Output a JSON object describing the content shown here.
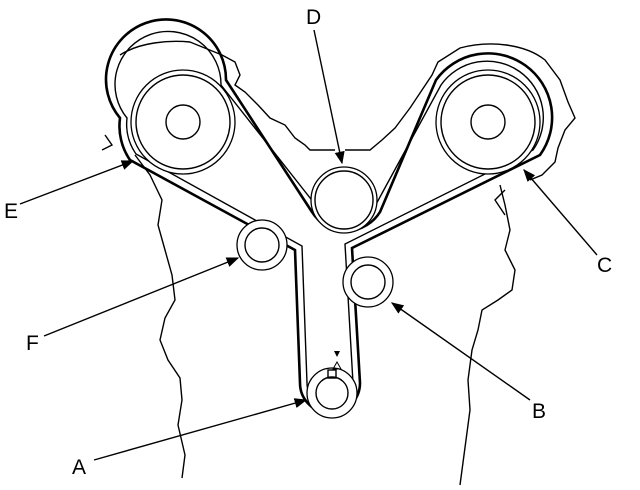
{
  "diagram": {
    "labels": {
      "a": "A",
      "b": "B",
      "c": "C",
      "d": "D",
      "e": "E",
      "f": "F"
    }
  }
}
